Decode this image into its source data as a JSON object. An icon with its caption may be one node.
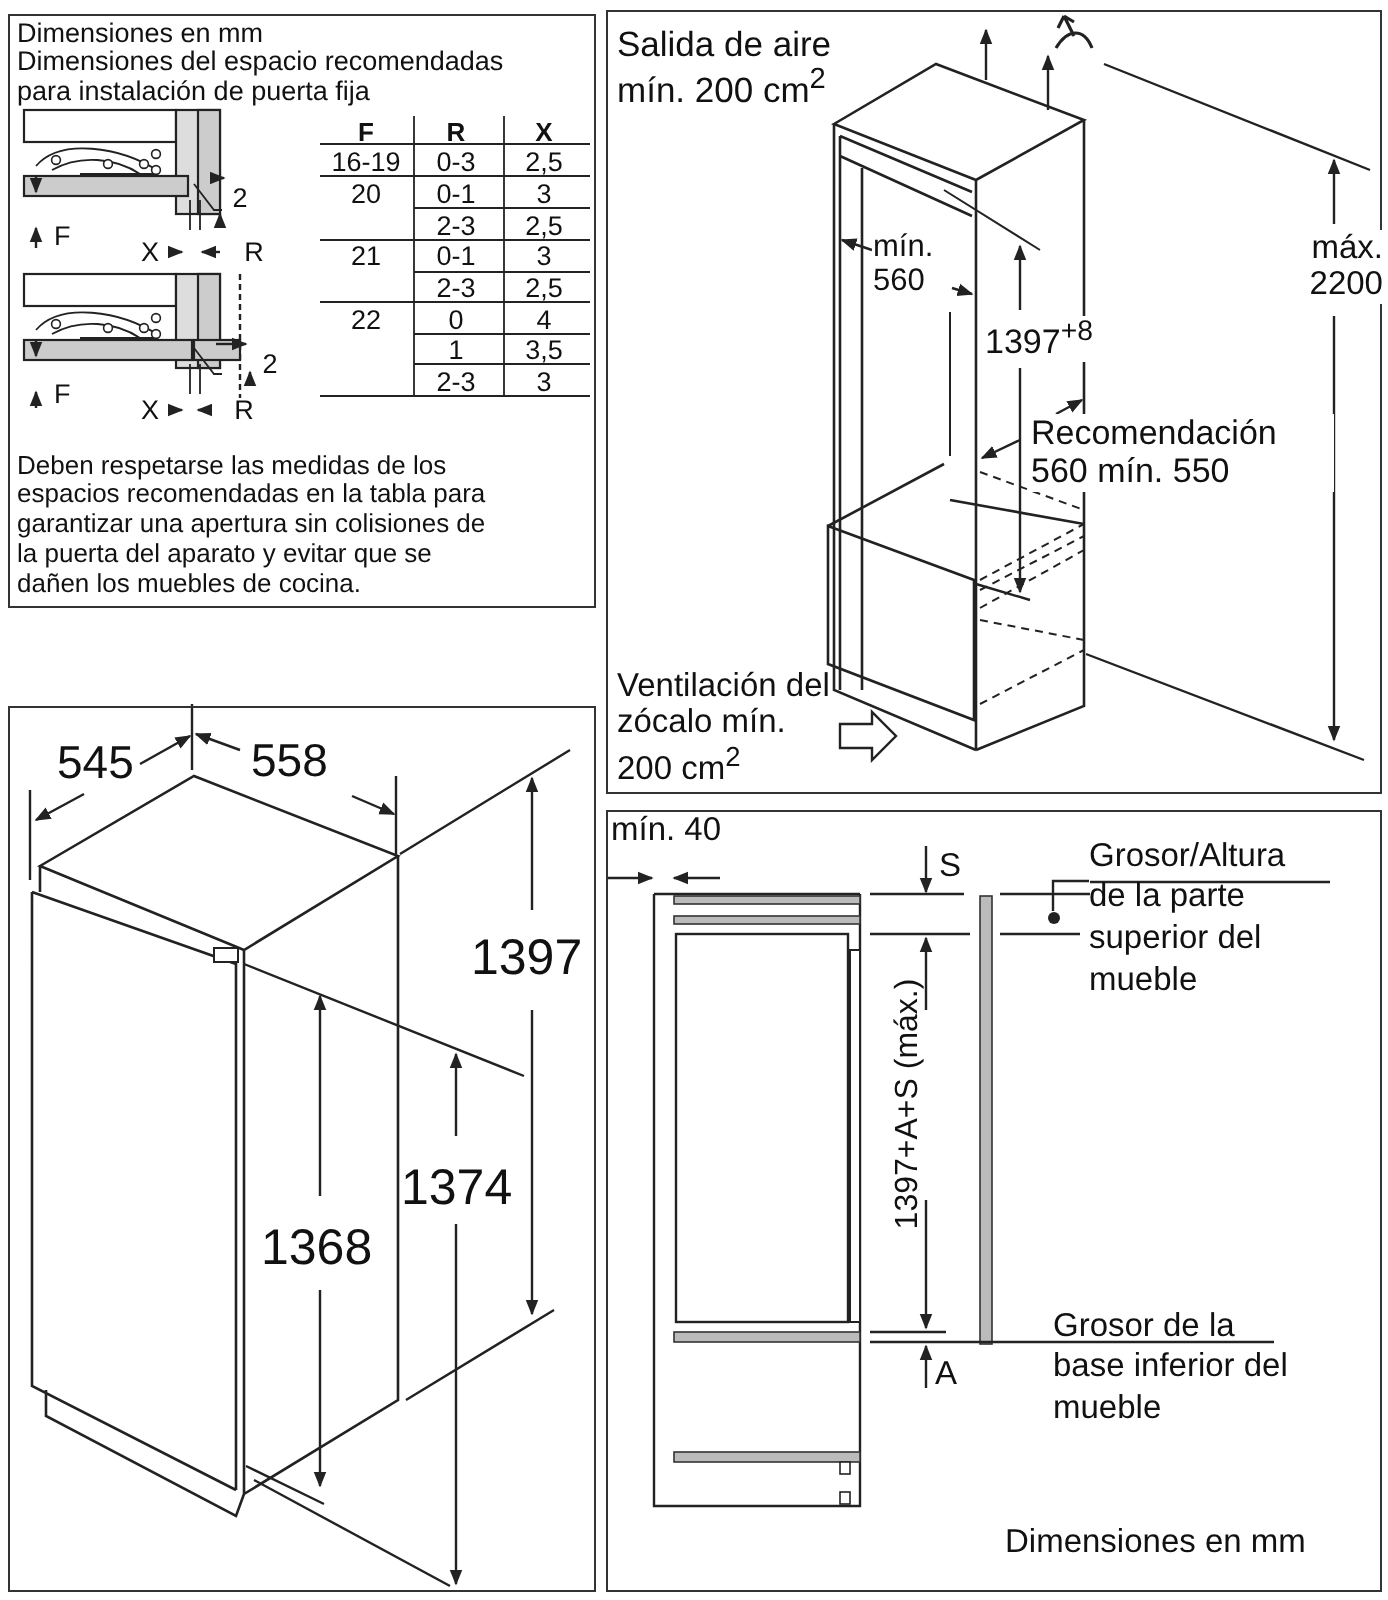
{
  "diagram": {
    "nodes": [
      {
        "text": [
          "Dimensiones en mm",
          "Dimensiones del espacio recomendadas para instalación de puerta fija",
          "Deben respetarse las medidas de los espacios recomendadas en la tabla para garantizar una apertura sin colisiones de la puerta del aparato y evitar que se dañen los muebles de cocina."
        ]
      },
      {
        "text": [
          "Salida de aire mín. 200 cm$^{2}$",
          "mín. 560",
          "1397$^{+8}$",
          "Recomendación 560 mín. 550",
          "máx. 2200",
          "Ventilación del zócalo mín. 200 cm$^{2}$"
        ]
      },
      {
        "text": [
          "545",
          "558",
          "1397",
          "1374",
          "1368"
        ]
      },
      {
        "text": [
          "mín. 40",
          "S",
          "1397+A+S (máx.)",
          "A",
          "Grosor de la base inferior del mueble",
          "Dimensiones en mm"
        ]
      },
      {
        "text": [
          "Grosor/Altura de la parte superior del mueble"
        ],
        "in": 3
      },
      {
        "text": [],
        "shape": "circle",
        "in": 3
      }
    ],
    "edges": [
      {
        "from": 4,
        "to": 5,
        "arrow": "none"
      }
    ],
    "labels": [
      "2",
      "F",
      "X",
      "R",
      "F",
      "R",
      "X",
      "16-19",
      "0-3",
      "2,5",
      "20",
      "0-1",
      "3",
      "2-3",
      "2,5",
      "21",
      "0-1",
      "3",
      "2-3",
      "2,5",
      "22",
      "0",
      "4",
      "1",
      "3,5",
      "2-3",
      "3",
      "2",
      "F",
      "X",
      "R"
    ]
  }
}
